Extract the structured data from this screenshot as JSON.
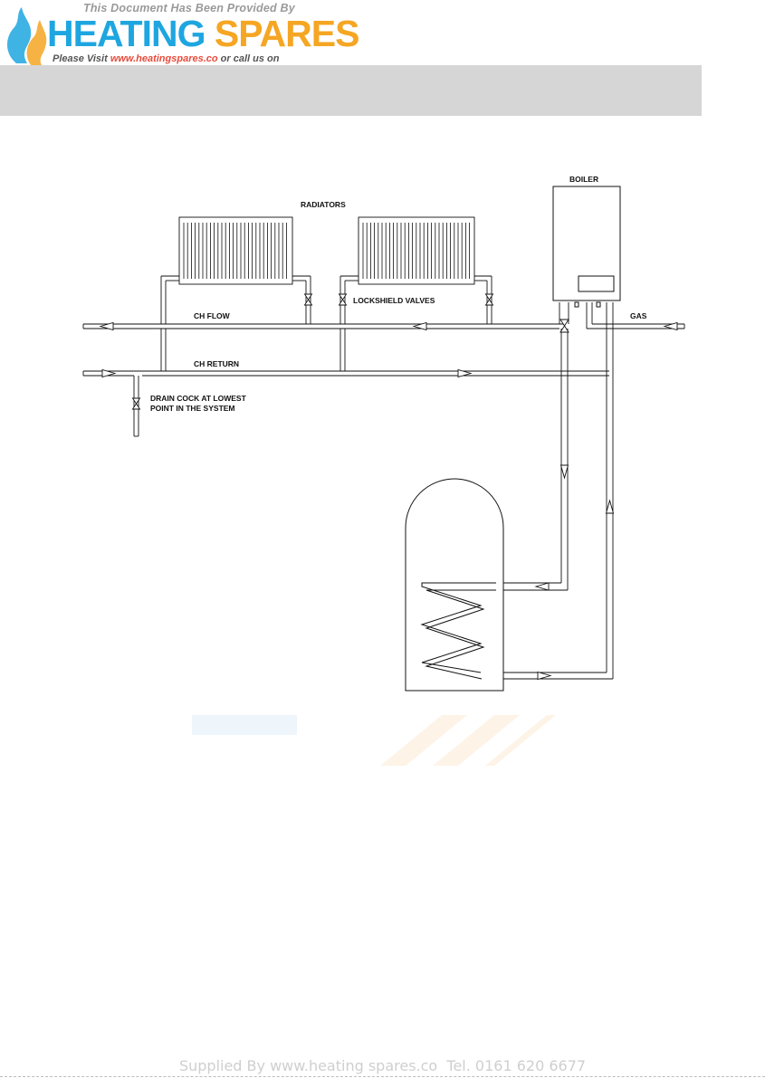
{
  "banner": {
    "top_line": "This Document Has Been Provided By",
    "brand_word_1": "HEATING",
    "brand_word_2": "SPARES",
    "visit_text": "Please Visit ",
    "url": "www.heatingspares.co",
    "call_text": " or call us on",
    "colors": {
      "blue": "#1ea6e0",
      "orange": "#f5a623",
      "red": "#e74c3c"
    }
  },
  "diagram": {
    "labels": {
      "boiler": "BOILER",
      "radiators": "RADIATORS",
      "lockshield_valves": "LOCKSHIELD  VALVES",
      "ch_flow": "CH FLOW",
      "gas": "GAS",
      "ch_return": "CH RETURN",
      "drain_cock_line1": "DRAIN COCK AT LOWEST",
      "drain_cock_line2": "POINT IN THE SYSTEM"
    }
  },
  "footer": {
    "supplied_by": "Supplied By www.heating spares.co  Tel. 0161 620 6677"
  }
}
